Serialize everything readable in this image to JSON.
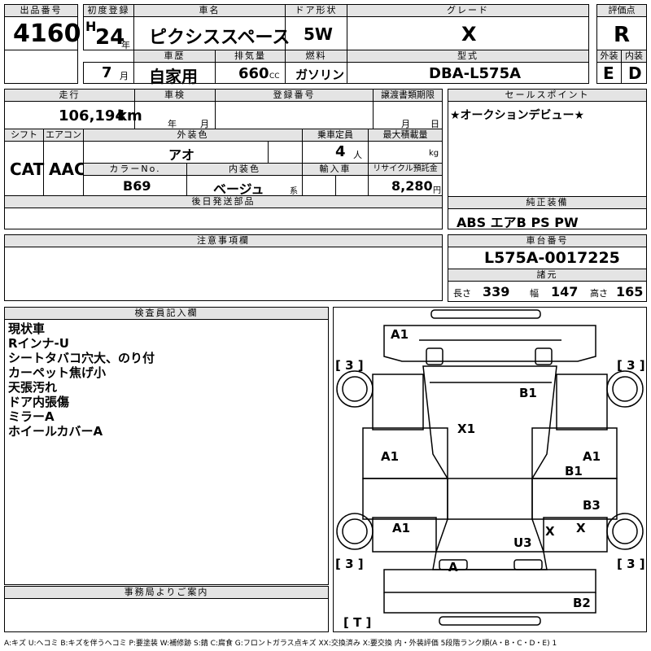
{
  "lot": {
    "label": "出品番号",
    "value": "4160"
  },
  "first_reg": {
    "label": "初度登録",
    "era": "H",
    "year": "24",
    "year_unit": "年",
    "month": "7",
    "month_unit": "月"
  },
  "car_name": {
    "label": "車名",
    "value": "ピクシススペース"
  },
  "door": {
    "label": "ドア形状",
    "value": "5W"
  },
  "grade": {
    "label": "グレード",
    "value": "X"
  },
  "score": {
    "label": "評価点",
    "value": "R"
  },
  "history": {
    "label": "車歴",
    "value": "自家用"
  },
  "displacement": {
    "label": "排気量",
    "value": "660",
    "unit": "CC"
  },
  "fuel": {
    "label": "燃料",
    "value": "ガソリン"
  },
  "model_code": {
    "label": "型式",
    "value": "DBA-L575A"
  },
  "ext_score": {
    "label": "外装",
    "value": "E"
  },
  "int_score": {
    "label": "内装",
    "value": "D"
  },
  "mileage": {
    "label": "走行",
    "value": "106,194",
    "unit": "km"
  },
  "inspection": {
    "label": "車検",
    "year_unit": "年",
    "month_unit": "月"
  },
  "reg_number": {
    "label": "登録番号"
  },
  "transfer_deadline": {
    "label": "譲渡書類期限",
    "month_unit": "月",
    "day_unit": "日"
  },
  "sales_point": {
    "label": "セールスポイント",
    "value": "★オークションデビュー★"
  },
  "shift": {
    "label": "シフト",
    "value": "CAT"
  },
  "aircon": {
    "label": "エアコン",
    "value": "AAC"
  },
  "exterior_color": {
    "label": "外装色",
    "value": "アオ"
  },
  "capacity": {
    "label": "乗車定員",
    "value": "4",
    "unit": "人"
  },
  "max_load": {
    "label": "最大積載量",
    "unit": "kg"
  },
  "color_no": {
    "label": "カラーNo.",
    "value": "B69"
  },
  "interior_color": {
    "label": "内装色",
    "value": "ベージュ",
    "unit": "系"
  },
  "import": {
    "label": "輸入車"
  },
  "recycle": {
    "label": "リサイクル預託金",
    "value": "8,280",
    "unit": "円"
  },
  "later_parts": {
    "label": "後日発送部品"
  },
  "equipment": {
    "label": "純正装備",
    "value": "ABS エアB PS PW"
  },
  "notes": {
    "label": "注意事項欄"
  },
  "chassis": {
    "label": "車台番号",
    "value": "L575A-0017225"
  },
  "dims": {
    "label": "諸元",
    "len_label": "長さ",
    "len": "339",
    "wid_label": "幅",
    "wid": "147",
    "hgt_label": "高さ",
    "hgt": "165"
  },
  "inspector": {
    "label": "検査員記入欄",
    "lines": [
      "現状車",
      "Rインナ-U",
      "シートタバコ穴大、のり付",
      "カーペット焦げ小",
      "天張汚れ",
      "ドア内張傷",
      "ミラーA",
      "ホイールカバーA"
    ]
  },
  "office": {
    "label": "事務局よりご案内"
  },
  "diagram": {
    "marks": [
      "A1",
      "B1",
      "X1",
      "A1",
      "A1",
      "B1",
      "A1",
      "B3",
      "X",
      "X",
      "A1",
      "U3",
      "A",
      "B2"
    ],
    "tire_marks": [
      "[ 3 ]",
      "[ 3 ]",
      "[ 3 ]",
      "[ 3 ]",
      "[ T ]"
    ]
  },
  "legend": "A:キズ U:ヘコミ B:キズを伴うヘコミ P:要塗装 W:補修跡 S:錆 C:腐食 G:フロントガラス点キズ XX:交換済み X:要交換 内・外装評価 5段階ランク順(A・B・C・D・E) 1"
}
